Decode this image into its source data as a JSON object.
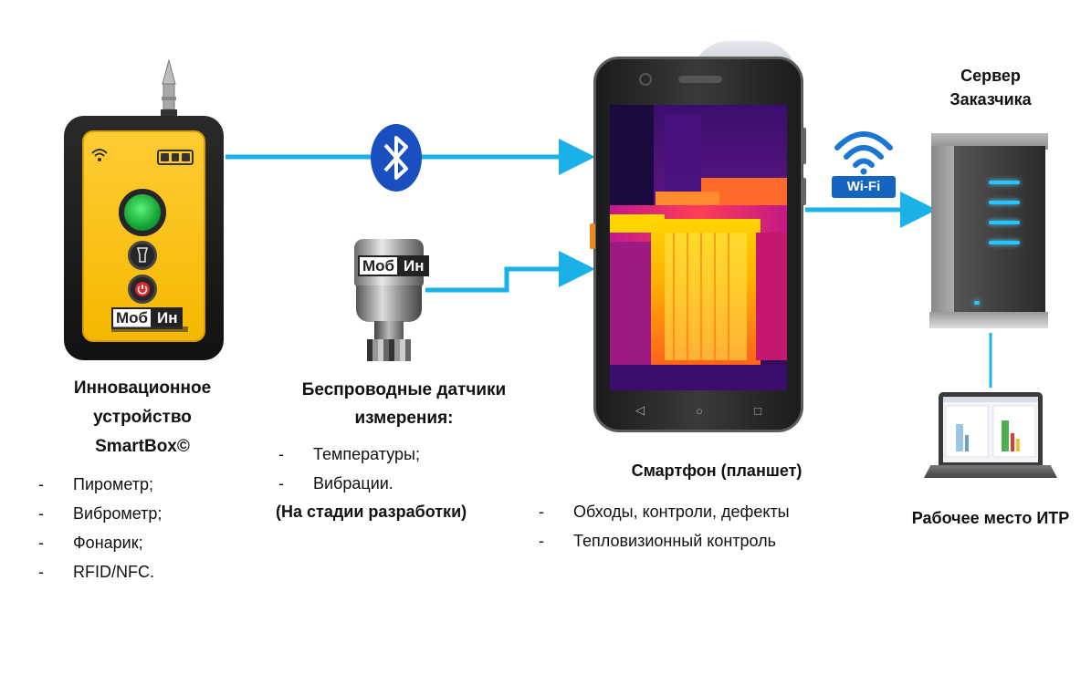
{
  "smartbox": {
    "title_lines": [
      "Инновационное",
      "устройство",
      "SmartBox©"
    ],
    "features": [
      "Пирометр;",
      "Виброметр;",
      "Фонарик;",
      "RFID/NFC."
    ],
    "logo_left": "Моб",
    "logo_right": "Ин",
    "icon": "yellow-handheld-device-icon"
  },
  "sensors": {
    "title_lines": [
      "Беспроводные датчики",
      "измерения:"
    ],
    "items": [
      "Температуры;",
      "Вибрации."
    ],
    "note": "(На стадии разработки)",
    "logo_left": "Моб",
    "logo_right": "Ин",
    "icon": "wireless-sensor-icon"
  },
  "connection": {
    "bluetooth_icon": "bluetooth-icon",
    "wifi_label": "Wi-Fi",
    "wifi_icon": "wifi-icon",
    "arrow_color": "#1ab0e8"
  },
  "smartphone": {
    "title": "Смартфон (планшет)",
    "items": [
      "Обходы, контроли, дефекты",
      "Тепловизионный контроль"
    ],
    "icon": "rugged-smartphone-thermal-icon"
  },
  "server": {
    "title_lines": [
      "Сервер",
      "Заказчика"
    ],
    "icon": "server-tower-icon"
  },
  "workstation": {
    "title": "Рабочее место ИТР",
    "icon": "laptop-icon"
  }
}
